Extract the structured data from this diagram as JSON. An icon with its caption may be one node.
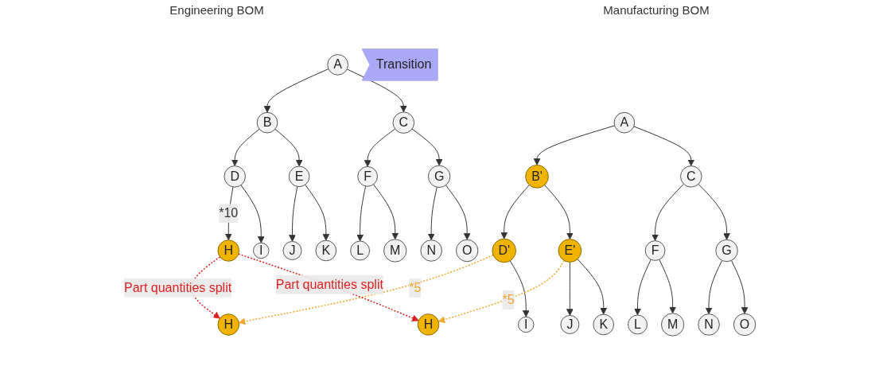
{
  "diagram": {
    "nodes": [
      {
        "text": [
          "A"
        ]
      },
      {
        "text": [
          "B"
        ]
      },
      {
        "text": [
          "C"
        ]
      },
      {
        "text": [
          "D"
        ]
      },
      {
        "text": [
          "E"
        ]
      },
      {
        "text": [
          "F"
        ]
      },
      {
        "text": [
          "G"
        ]
      },
      {
        "text": [
          "H"
        ]
      },
      {
        "text": [
          "I"
        ]
      },
      {
        "text": [
          "J"
        ]
      },
      {
        "text": [
          "K"
        ]
      },
      {
        "text": [
          "L"
        ]
      },
      {
        "text": [
          "M"
        ]
      },
      {
        "text": [
          "N"
        ]
      },
      {
        "text": [
          "O"
        ]
      },
      {
        "text": [
          "Transition"
        ]
      },
      {
        "text": [
          "A"
        ]
      },
      {
        "text": [
          "B'"
        ]
      },
      {
        "text": [
          "C"
        ]
      },
      {
        "text": [
          "D'"
        ]
      },
      {
        "text": [
          "E'"
        ]
      },
      {
        "text": [
          "F"
        ]
      },
      {
        "text": [
          "G"
        ]
      },
      {
        "text": [
          "H"
        ]
      },
      {
        "text": [
          "I"
        ]
      },
      {
        "text": [
          "H"
        ]
      },
      {
        "text": [
          "J"
        ]
      },
      {
        "text": [
          "K"
        ]
      },
      {
        "text": [
          "L"
        ]
      },
      {
        "text": [
          "M"
        ]
      },
      {
        "text": [
          "N"
        ]
      },
      {
        "text": [
          "O"
        ]
      }
    ],
    "edges": [
      {
        "from": 0,
        "to": 1,
        "arrow": "to"
      },
      {
        "from": 0,
        "to": 2,
        "arrow": "to"
      },
      {
        "from": 1,
        "to": 3,
        "arrow": "to"
      },
      {
        "from": 1,
        "to": 4,
        "arrow": "to"
      },
      {
        "from": 2,
        "to": 5,
        "arrow": "to"
      },
      {
        "from": 2,
        "to": 6,
        "arrow": "to"
      },
      {
        "from": 3,
        "to": 7,
        "arrow": "to",
        "label": "*10"
      },
      {
        "from": 3,
        "to": 8,
        "arrow": "to"
      },
      {
        "from": 4,
        "to": 9,
        "arrow": "to"
      },
      {
        "from": 4,
        "to": 10,
        "arrow": "to"
      },
      {
        "from": 5,
        "to": 11,
        "arrow": "to"
      },
      {
        "from": 5,
        "to": 12,
        "arrow": "to"
      },
      {
        "from": 6,
        "to": 13,
        "arrow": "to"
      },
      {
        "from": 6,
        "to": 14,
        "arrow": "to"
      },
      {
        "from": 16,
        "to": 17,
        "arrow": "to"
      },
      {
        "from": 16,
        "to": 18,
        "arrow": "to"
      },
      {
        "from": 17,
        "to": 19,
        "arrow": "to"
      },
      {
        "from": 17,
        "to": 20,
        "arrow": "to"
      },
      {
        "from": 18,
        "to": 21,
        "arrow": "to"
      },
      {
        "from": 18,
        "to": 22,
        "arrow": "to"
      },
      {
        "from": 19,
        "to": 23,
        "arrow": "to",
        "label": "*5",
        "style": "dashed",
        "color": "#f0a830"
      },
      {
        "from": 19,
        "to": 24,
        "arrow": "to"
      },
      {
        "from": 20,
        "to": 25,
        "arrow": "to",
        "label": "*5",
        "style": "dashed",
        "color": "#f0a830"
      },
      {
        "from": 20,
        "to": 26,
        "arrow": "to"
      },
      {
        "from": 20,
        "to": 27,
        "arrow": "to"
      },
      {
        "from": 21,
        "to": 28,
        "arrow": "to"
      },
      {
        "from": 21,
        "to": 29,
        "arrow": "to"
      },
      {
        "from": 22,
        "to": 30,
        "arrow": "to"
      },
      {
        "from": 22,
        "to": 31,
        "arrow": "to"
      },
      {
        "from": 7,
        "to": 23,
        "arrow": "to",
        "label": "Part quantities split",
        "style": "dashed",
        "color": "#e02020"
      },
      {
        "from": 7,
        "to": 25,
        "arrow": "to",
        "label": "Part quantities split",
        "style": "dashed",
        "color": "#e02020"
      }
    ],
    "labels": [
      "Engineering BOM",
      "Manufacturing BOM"
    ]
  }
}
